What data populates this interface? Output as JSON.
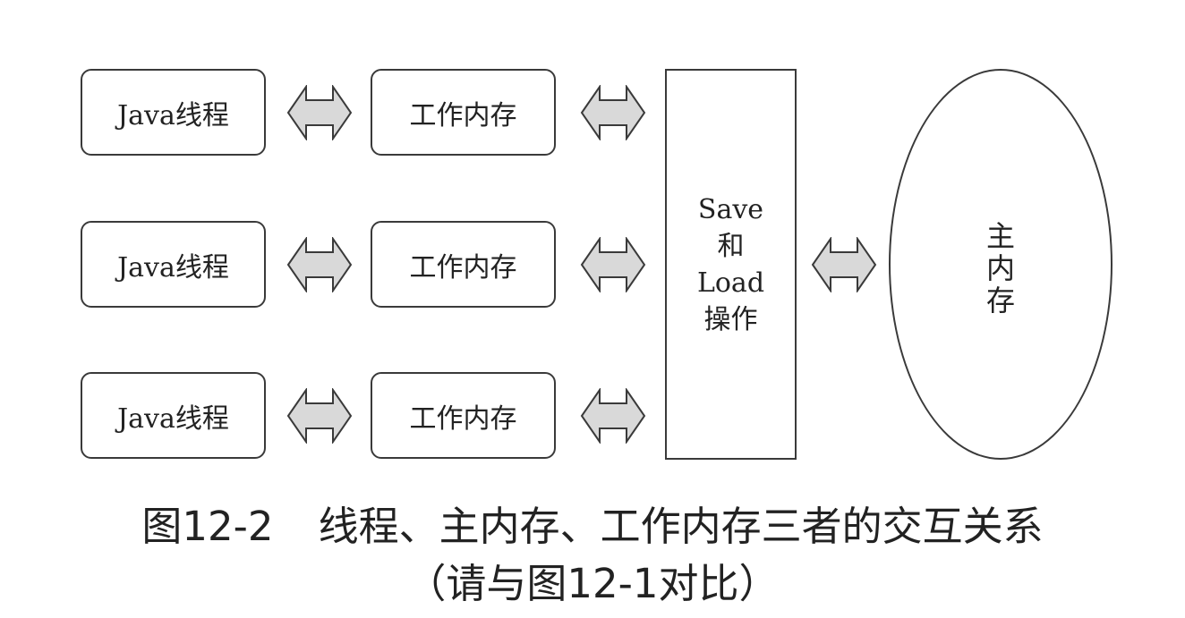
{
  "rows": [
    {
      "thread_label": "Java线程",
      "memory_label": "工作内存"
    },
    {
      "thread_label": "Java线程",
      "memory_label": "工作内存"
    },
    {
      "thread_label": "Java线程",
      "memory_label": "工作内存"
    }
  ],
  "save_load": {
    "line1": "Save",
    "line2": "和",
    "line3": "Load",
    "line4": "操作"
  },
  "main_memory": {
    "char1": "主",
    "char2": "内",
    "char3": "存"
  },
  "caption": {
    "figure_number": "图12-2",
    "title": "线程、主内存、工作内存三者的交互关系",
    "note": "（请与图12-1对比）"
  },
  "colors": {
    "arrow_fill": "#d9d9d9",
    "stroke": "#3a3a3a"
  }
}
